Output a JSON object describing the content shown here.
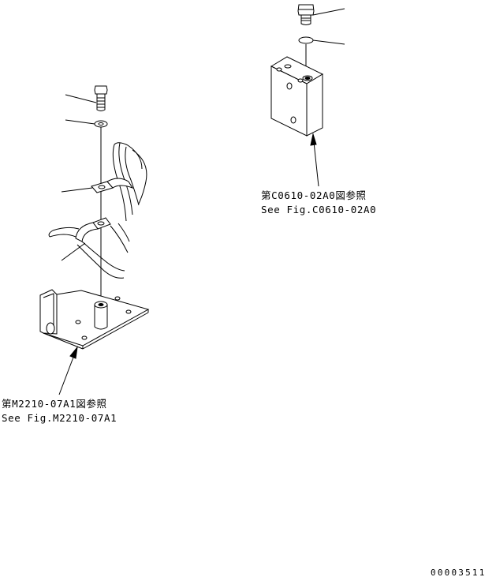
{
  "references": {
    "left": {
      "line1": "第M2210-07A1図参照",
      "line2": "See Fig.M2210-07A1"
    },
    "right": {
      "line1": "第C0610-02A0図参照",
      "line2": "See Fig.C0610-02A0"
    }
  },
  "drawing_number": "00003511"
}
